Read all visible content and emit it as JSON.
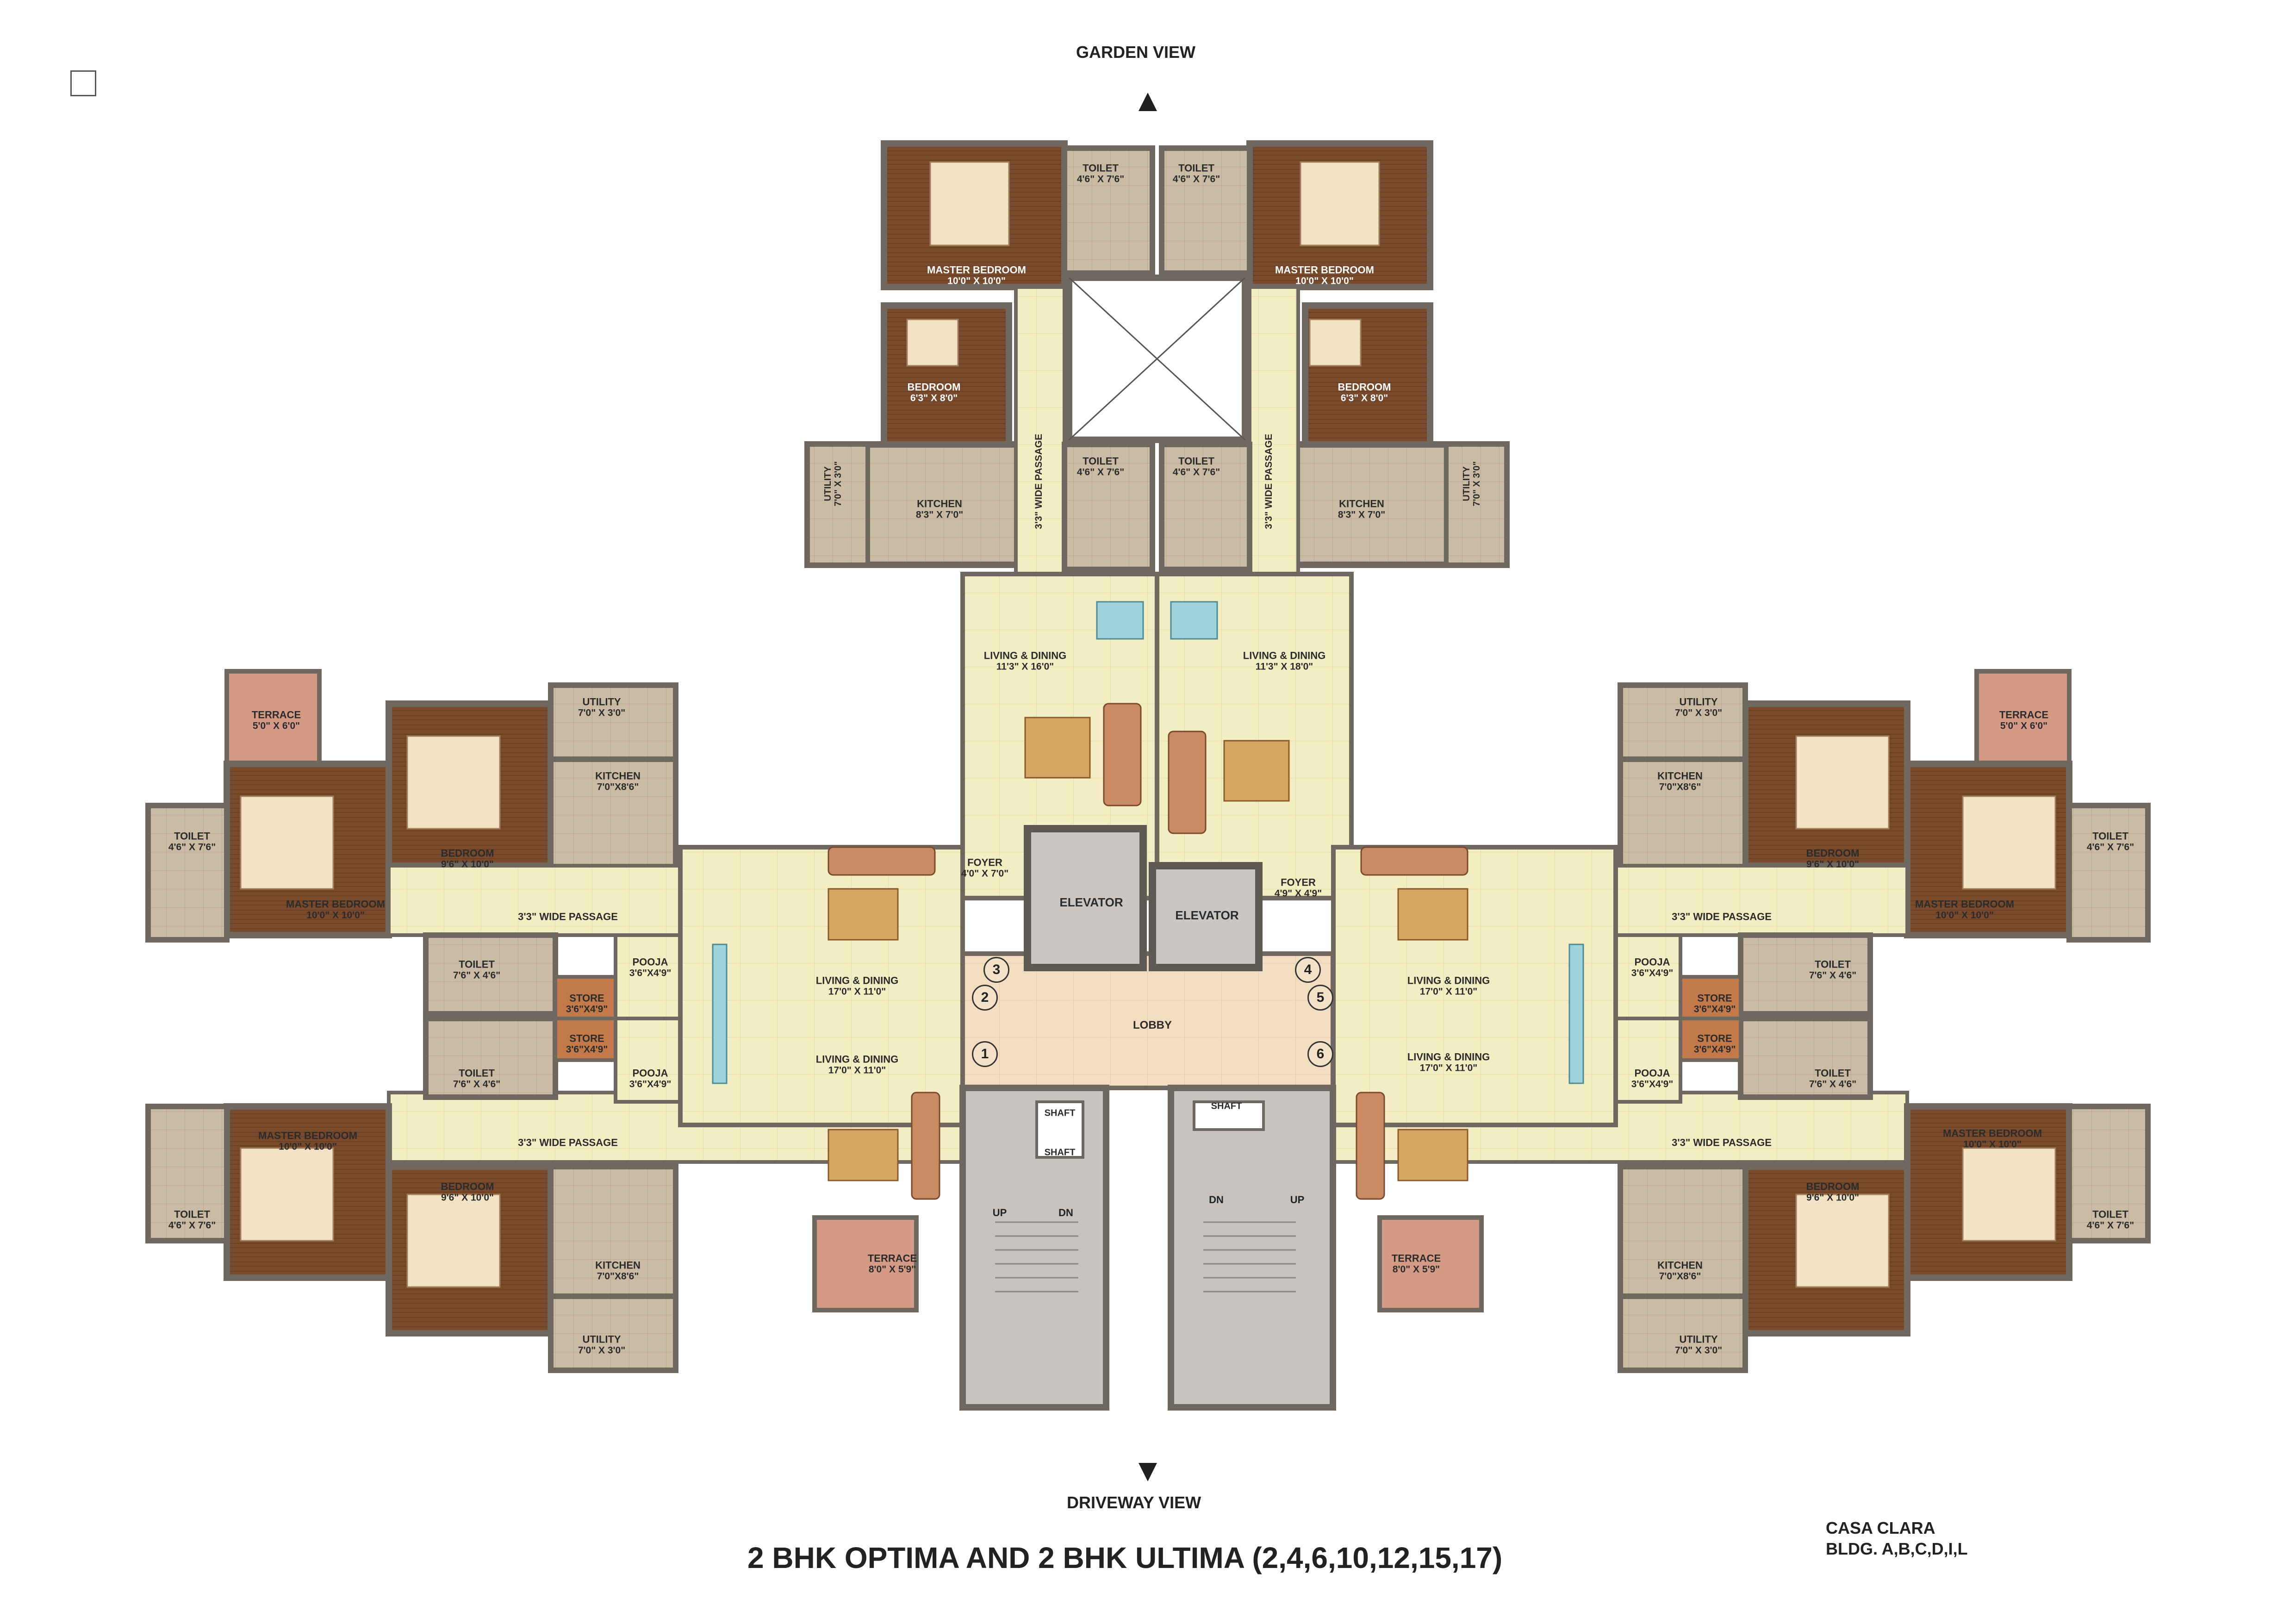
{
  "views": {
    "top": "GARDEN VIEW",
    "bottom": "DRIVEWAY VIEW"
  },
  "title": "2 BHK OPTIMA AND 2 BHK ULTIMA (2,4,6,10,12,15,17)",
  "project": {
    "name": "CASA CLARA",
    "buildings": "BLDG. A,B,C,D,I,L"
  },
  "core": {
    "elevator": "ELEVATOR",
    "lobby": "LOBBY",
    "shaft": "SHAFT",
    "up": "UP",
    "dn": "DN",
    "passage": "3'3\" WIDE PASSAGE",
    "foyer_left": {
      "name": "FOYER",
      "dim": "4'0\" X 7'0\""
    },
    "foyer_right": {
      "name": "FOYER",
      "dim": "4'9\" X 4'9\""
    }
  },
  "flat_numbers": [
    "1",
    "2",
    "3",
    "4",
    "5",
    "6"
  ],
  "rooms": {
    "toilet_top": {
      "name": "TOILET",
      "dim": "4'6\" X 7'6\""
    },
    "master_top": {
      "name": "MASTER BEDROOM",
      "dim": "10'0\" X 10'0\""
    },
    "bedroom_top": {
      "name": "BEDROOM",
      "dim": "6'3\" X 8'0\""
    },
    "utility_top": {
      "name": "UTILITY",
      "dim": "7'0\" X 3'0\""
    },
    "kitchen_top": {
      "name": "KITCHEN",
      "dim": "8'3\" X 7'0\""
    },
    "living_tl": {
      "name": "LIVING & DINING",
      "dim": "11'3\" X 16'0\""
    },
    "living_tr": {
      "name": "LIVING & DINING",
      "dim": "11'3\" X 18'0\""
    },
    "terrace_side": {
      "name": "TERRACE",
      "dim": "5'0\" X 6'0\""
    },
    "utility_side": {
      "name": "UTILITY",
      "dim": "7'0\" X 3'0\""
    },
    "kitchen_side": {
      "name": "KITCHEN",
      "dim": "7'0\"X8'6\""
    },
    "bedroom_side": {
      "name": "BEDROOM",
      "dim": "9'6\" X 10'0\""
    },
    "toilet_side": {
      "name": "TOILET",
      "dim": "4'6\" X 7'6\""
    },
    "master_side": {
      "name": "MASTER BEDROOM",
      "dim": "10'0\" X 10'0\""
    },
    "toilet_mid": {
      "name": "TOILET",
      "dim": "7'6\" X 4'6\""
    },
    "store": {
      "name": "STORE",
      "dim": "3'6\"X4'9\""
    },
    "pooja": {
      "name": "POOJA",
      "dim": "3'6\"X4'9\""
    },
    "living_mid": {
      "name": "LIVING & DINING",
      "dim": "17'0\" X 11'0\""
    },
    "terrace_bottom": {
      "name": "TERRACE",
      "dim": "8'0\" X 5'9\""
    }
  },
  "colors": {
    "floor_living": "#f3edc4",
    "floor_bedroom": "#7a4a2c",
    "floor_wet": "#c9bba4",
    "wall": "#6f6861",
    "terrace": "#d49a86",
    "stair_floor": "#c6c3c0",
    "lobby_floor": "#f2ddc1",
    "furniture_wood": "#c27a4b",
    "sofa": "#c98a64",
    "dining_table": "#9fd3dc"
  }
}
